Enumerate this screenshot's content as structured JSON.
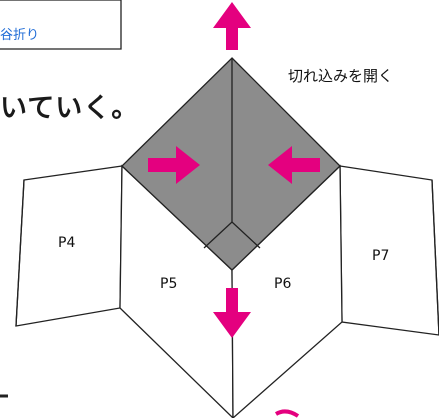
{
  "heading": "いていく。",
  "fold_label": "谷折り",
  "callout": "切れ込みを開く",
  "pages": {
    "p4": "P4",
    "p5": "P5",
    "p6": "P6",
    "p7": "P7"
  },
  "colors": {
    "arrow": "#e4007f",
    "diamond": "#8c8c8c",
    "stroke": "#222222",
    "fold_label": "#1e6bd6"
  }
}
